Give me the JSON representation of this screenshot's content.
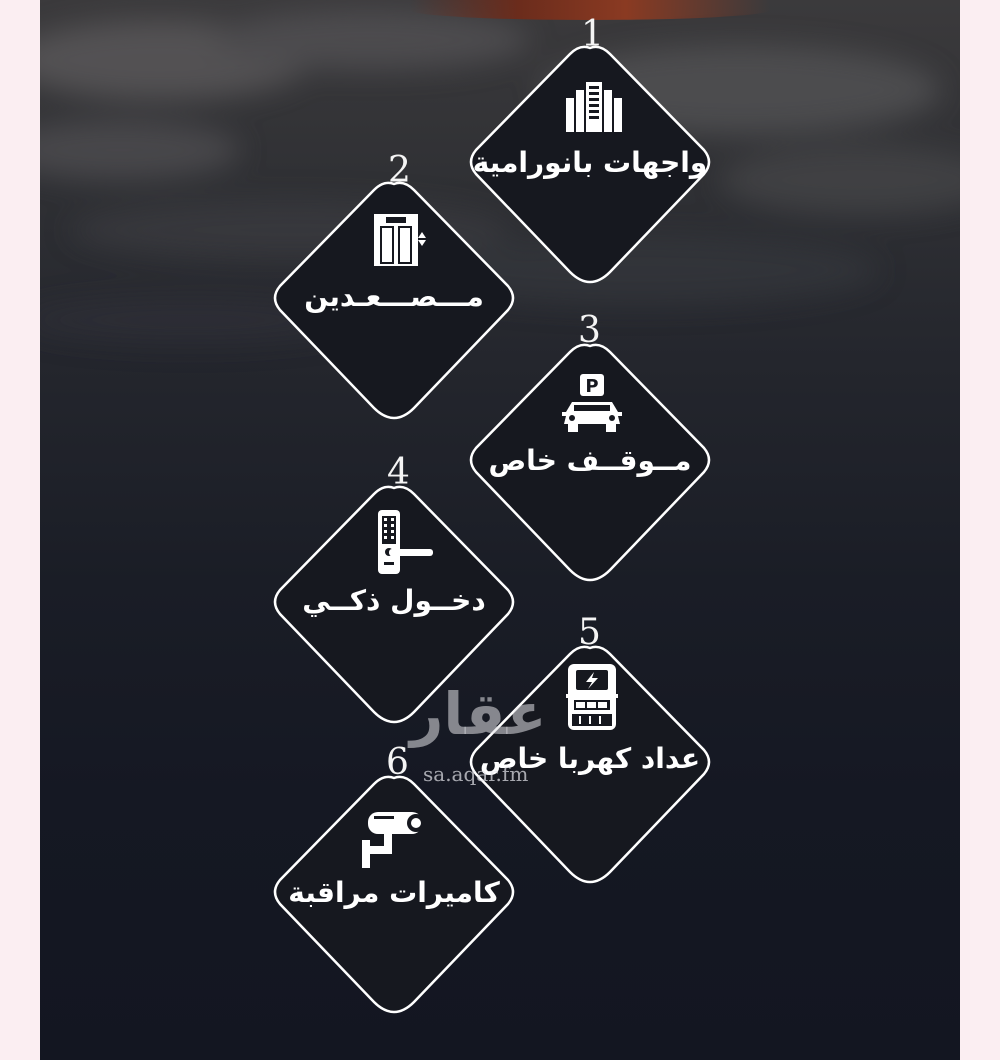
{
  "features": [
    {
      "number": "1",
      "label": "واجهات بانورامية",
      "icon": "building-icon"
    },
    {
      "number": "2",
      "label": "مـــصـــعـدين",
      "icon": "elevator-icon"
    },
    {
      "number": "3",
      "label": "مــوقــف خاص",
      "icon": "parking-car-icon"
    },
    {
      "number": "4",
      "label": "دخــول ذكــي",
      "icon": "smart-lock-icon"
    },
    {
      "number": "5",
      "label": "عداد كهربا خاص",
      "icon": "electric-meter-icon"
    },
    {
      "number": "6",
      "label": "كاميرات مراقبة",
      "icon": "security-camera-icon"
    }
  ],
  "watermark": {
    "logo_text": "عقار",
    "url": "sa.aqar.fm"
  },
  "colors": {
    "background_dark": "#151823",
    "diamond_fill": "#14161f",
    "diamond_stroke": "#ffffff",
    "page_margin": "#fbeef2"
  }
}
